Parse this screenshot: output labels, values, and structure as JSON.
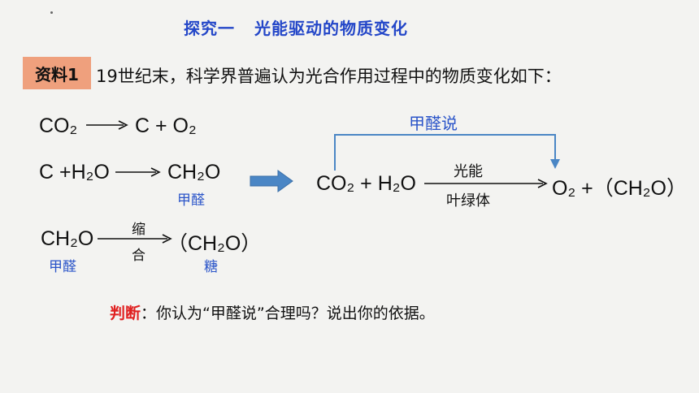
{
  "header": {
    "title_part1": "探究一",
    "title_part2": "光能驱动的物质变化"
  },
  "material": {
    "tag": "资料1",
    "intro": "19世纪末，科学界普遍认为光合作用过程中的物质变化如下："
  },
  "reaction1": {
    "left": "CO₂",
    "right": "C + O₂"
  },
  "reaction2": {
    "left": "C +H₂O",
    "right": "CH₂O",
    "right_label": "甲醛"
  },
  "reaction3": {
    "left": "CH₂O",
    "left_label": "甲醛",
    "arrow_top": "缩",
    "arrow_bottom": "合",
    "right": "（CH₂O）",
    "right_label": "糖"
  },
  "overall": {
    "loop_label": "甲醛说",
    "left": "CO₂ + H₂O",
    "arrow_top": "光能",
    "arrow_bottom": "叶绿体",
    "right": "O₂ +（CH₂O）"
  },
  "question": {
    "lead": "判断",
    "colon": "：",
    "text": "你认为“甲醛说”合理吗？说出你的依据。"
  },
  "colors": {
    "title": "#2346c8",
    "tag_bg": "#efa07d",
    "label_blue": "#2b55c9",
    "arrow_blue": "#4a86c5",
    "judge_red": "#e02020"
  }
}
